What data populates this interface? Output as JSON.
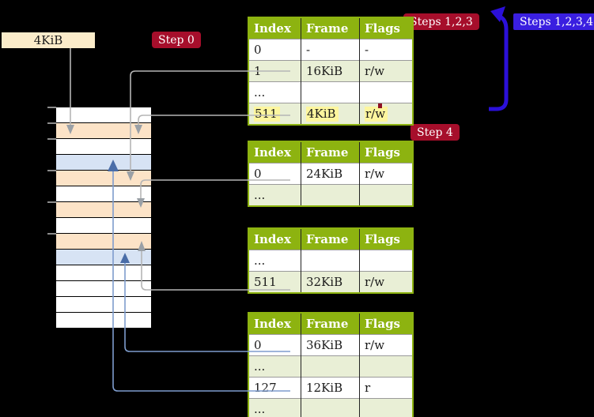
{
  "palette": {
    "table_header_green": "#8db310",
    "table_row_green": "#e9efd6",
    "highlight_yellow": "#fdf69e",
    "badge_red": "#a60e2b",
    "badge_blue": "#3a1fe0",
    "arrow_blue": "#2b10d9",
    "memory_orange": "#fce3c7",
    "memory_blue": "#d7e3f4",
    "connector_gray": "#b5b5b5",
    "connector_blue": "#7e9ccd",
    "arrowhead_gray": "#9aa0a6",
    "arrowhead_blue": "#4a6da8",
    "frame_box_yellow": "#fbecca",
    "tick_gray": "#8c8c8c",
    "marker_red": "#8e1023"
  },
  "annotations": {
    "frame_size_label": "4KiB",
    "step0": "Step 0",
    "steps123": "Steps 1,2,3",
    "steps1234": "Steps 1,2,3,4",
    "step4": "Step 4"
  },
  "memory": {
    "rows": [
      {
        "color": "white"
      },
      {
        "color": "orange"
      },
      {
        "color": "white"
      },
      {
        "color": "blue"
      },
      {
        "color": "orange"
      },
      {
        "color": "white"
      },
      {
        "color": "orange"
      },
      {
        "color": "white"
      },
      {
        "color": "orange"
      },
      {
        "color": "blue"
      },
      {
        "color": "white"
      },
      {
        "color": "white"
      },
      {
        "color": "white"
      },
      {
        "color": "white"
      }
    ],
    "ticks_y": [
      135,
      155,
      175,
      215,
      255,
      295
    ]
  },
  "tables": [
    {
      "headers": [
        "Index",
        "Frame",
        "Flags"
      ],
      "rows": [
        {
          "cells": [
            "0",
            "-",
            "-"
          ],
          "shaded": false,
          "highlight": false
        },
        {
          "cells": [
            "1",
            "16KiB",
            "r/w"
          ],
          "shaded": true,
          "highlight": false
        },
        {
          "cells": [
            "...",
            "",
            ""
          ],
          "shaded": false,
          "highlight": false
        },
        {
          "cells": [
            "511",
            "4KiB",
            "r/w"
          ],
          "shaded": true,
          "highlight": true
        }
      ]
    },
    {
      "headers": [
        "Index",
        "Frame",
        "Flags"
      ],
      "rows": [
        {
          "cells": [
            "0",
            "24KiB",
            "r/w"
          ],
          "shaded": false,
          "highlight": false
        },
        {
          "cells": [
            "...",
            "",
            ""
          ],
          "shaded": true,
          "highlight": false
        }
      ]
    },
    {
      "headers": [
        "Index",
        "Frame",
        "Flags"
      ],
      "rows": [
        {
          "cells": [
            "...",
            "",
            ""
          ],
          "shaded": false,
          "highlight": false
        },
        {
          "cells": [
            "511",
            "32KiB",
            "r/w"
          ],
          "shaded": true,
          "highlight": false
        }
      ]
    },
    {
      "headers": [
        "Index",
        "Frame",
        "Flags"
      ],
      "rows": [
        {
          "cells": [
            "0",
            "36KiB",
            "r/w"
          ],
          "shaded": false,
          "highlight": false
        },
        {
          "cells": [
            "...",
            "",
            ""
          ],
          "shaded": true,
          "highlight": false
        },
        {
          "cells": [
            "127",
            "12KiB",
            "r"
          ],
          "shaded": false,
          "highlight": false
        },
        {
          "cells": [
            "...",
            "",
            ""
          ],
          "shaded": true,
          "highlight": false
        }
      ]
    }
  ],
  "connectors": [
    {
      "from": "frame-size-box",
      "to": "memory-row-2",
      "color": "gray"
    },
    {
      "from": "table-1-row-1",
      "to": "memory-row-5",
      "color": "gray"
    },
    {
      "from": "table-1-row-511",
      "to": "memory-row-2",
      "color": "gray"
    },
    {
      "from": "table-2-row-0",
      "to": "memory-row-7",
      "color": "gray"
    },
    {
      "from": "table-3-row-511",
      "to": "memory-row-9",
      "color": "gray"
    },
    {
      "from": "table-4-row-0",
      "to": "memory-row-10",
      "color": "blue"
    },
    {
      "from": "table-4-row-127",
      "to": "memory-row-4",
      "color": "blue"
    },
    {
      "from": "loop-arrow-bottom",
      "to": "table-1-top",
      "color": "blue-violet"
    }
  ]
}
